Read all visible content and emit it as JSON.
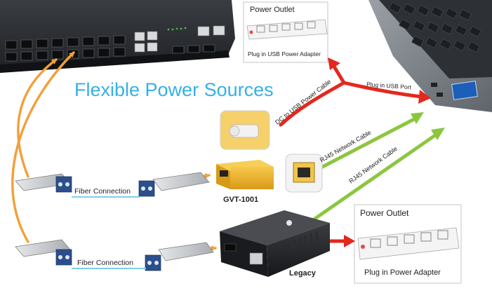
{
  "heading": "Flexible Power Sources",
  "power_outlet_top": {
    "title": "Power Outlet",
    "caption": "Plug in USB Power Adapter"
  },
  "power_outlet_bottom": {
    "title": "Power Outlet",
    "caption": "Plug in Power Adapter"
  },
  "connections": {
    "usb_port": "Plug in USB Port",
    "dc_to_usb": "DC to USB Power Cable",
    "rj45_upper": "RJ45 Network Cable",
    "rj45_lower": "RJ45 Network Cable",
    "fiber_upper": "Fiber Connection",
    "fiber_lower": "Fiber Connection"
  },
  "devices": {
    "gvt": "GVT-1001",
    "legacy": "Legacy"
  },
  "colors": {
    "heading": "#36b0e6",
    "orange_arrow": "#f2a03a",
    "red_arrow": "#e3281e",
    "green_arrow": "#8cc63f",
    "fiber_line": "#7fcfe8",
    "gvt_body": "#f0b52a"
  }
}
